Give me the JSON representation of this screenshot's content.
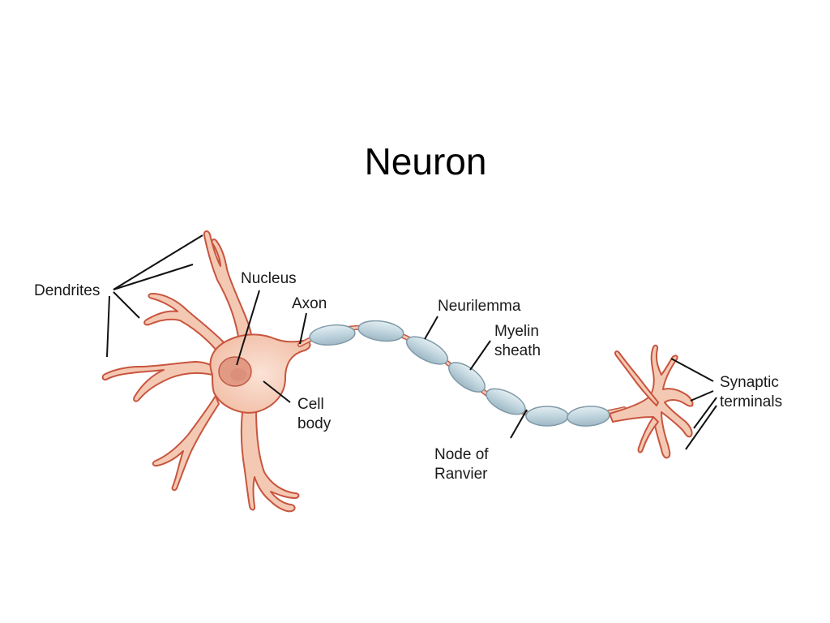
{
  "slide": {
    "title": "Neuron"
  },
  "labels": {
    "dendrites": "Dendrites",
    "nucleus": "Nucleus",
    "axon": "Axon",
    "cell_body_line1": "Cell",
    "cell_body_line2": "body",
    "neurilemma": "Neurilemma",
    "myelin_line1": "Myelin",
    "myelin_line2": "sheath",
    "node_line1": "Node of",
    "node_line2": "Ranvier",
    "synaptic_line1": "Synaptic",
    "synaptic_line2": "terminals"
  },
  "colors": {
    "cell_fill": "#f4c9b4",
    "cell_outline": "#c8553e",
    "nucleus_fill": "#e29a85",
    "myelin_fill": "#c8dce4",
    "myelin_outline": "#7f9aa8",
    "leader_line": "#111111"
  }
}
